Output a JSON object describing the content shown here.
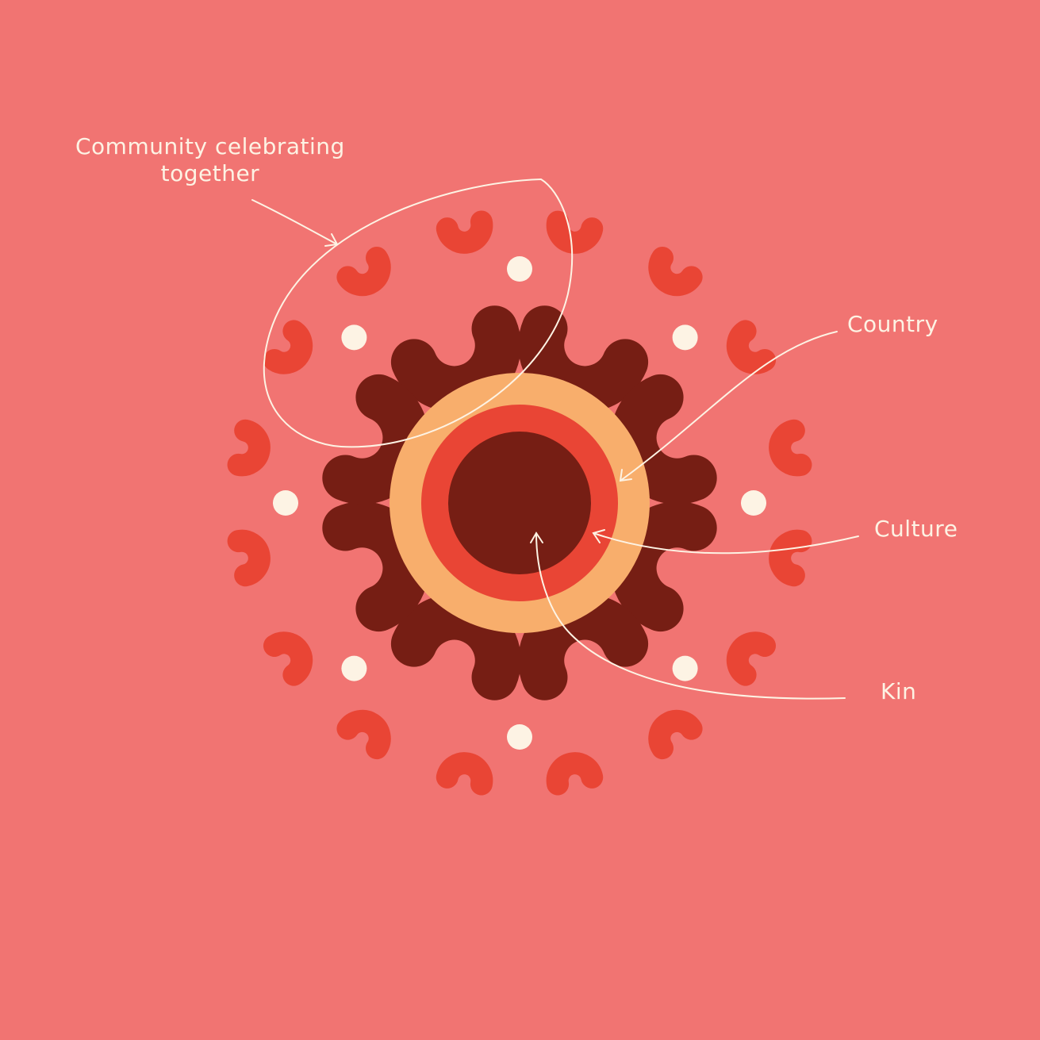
{
  "labels": {
    "community_line1": "Community celebrating",
    "community_line2": "together",
    "country": "Country",
    "culture": "Culture",
    "kin": "Kin"
  },
  "colors": {
    "background": "#f17472",
    "dark": "#761e14",
    "red": "#e94535",
    "orange": "#f8ae6c",
    "cream": "#fdf3e4"
  },
  "motifs": {
    "people_figures_inner": 8,
    "people_figures_outer": 16,
    "dots": 8,
    "rings": [
      "kin-core",
      "culture-ring",
      "country-ring"
    ]
  }
}
